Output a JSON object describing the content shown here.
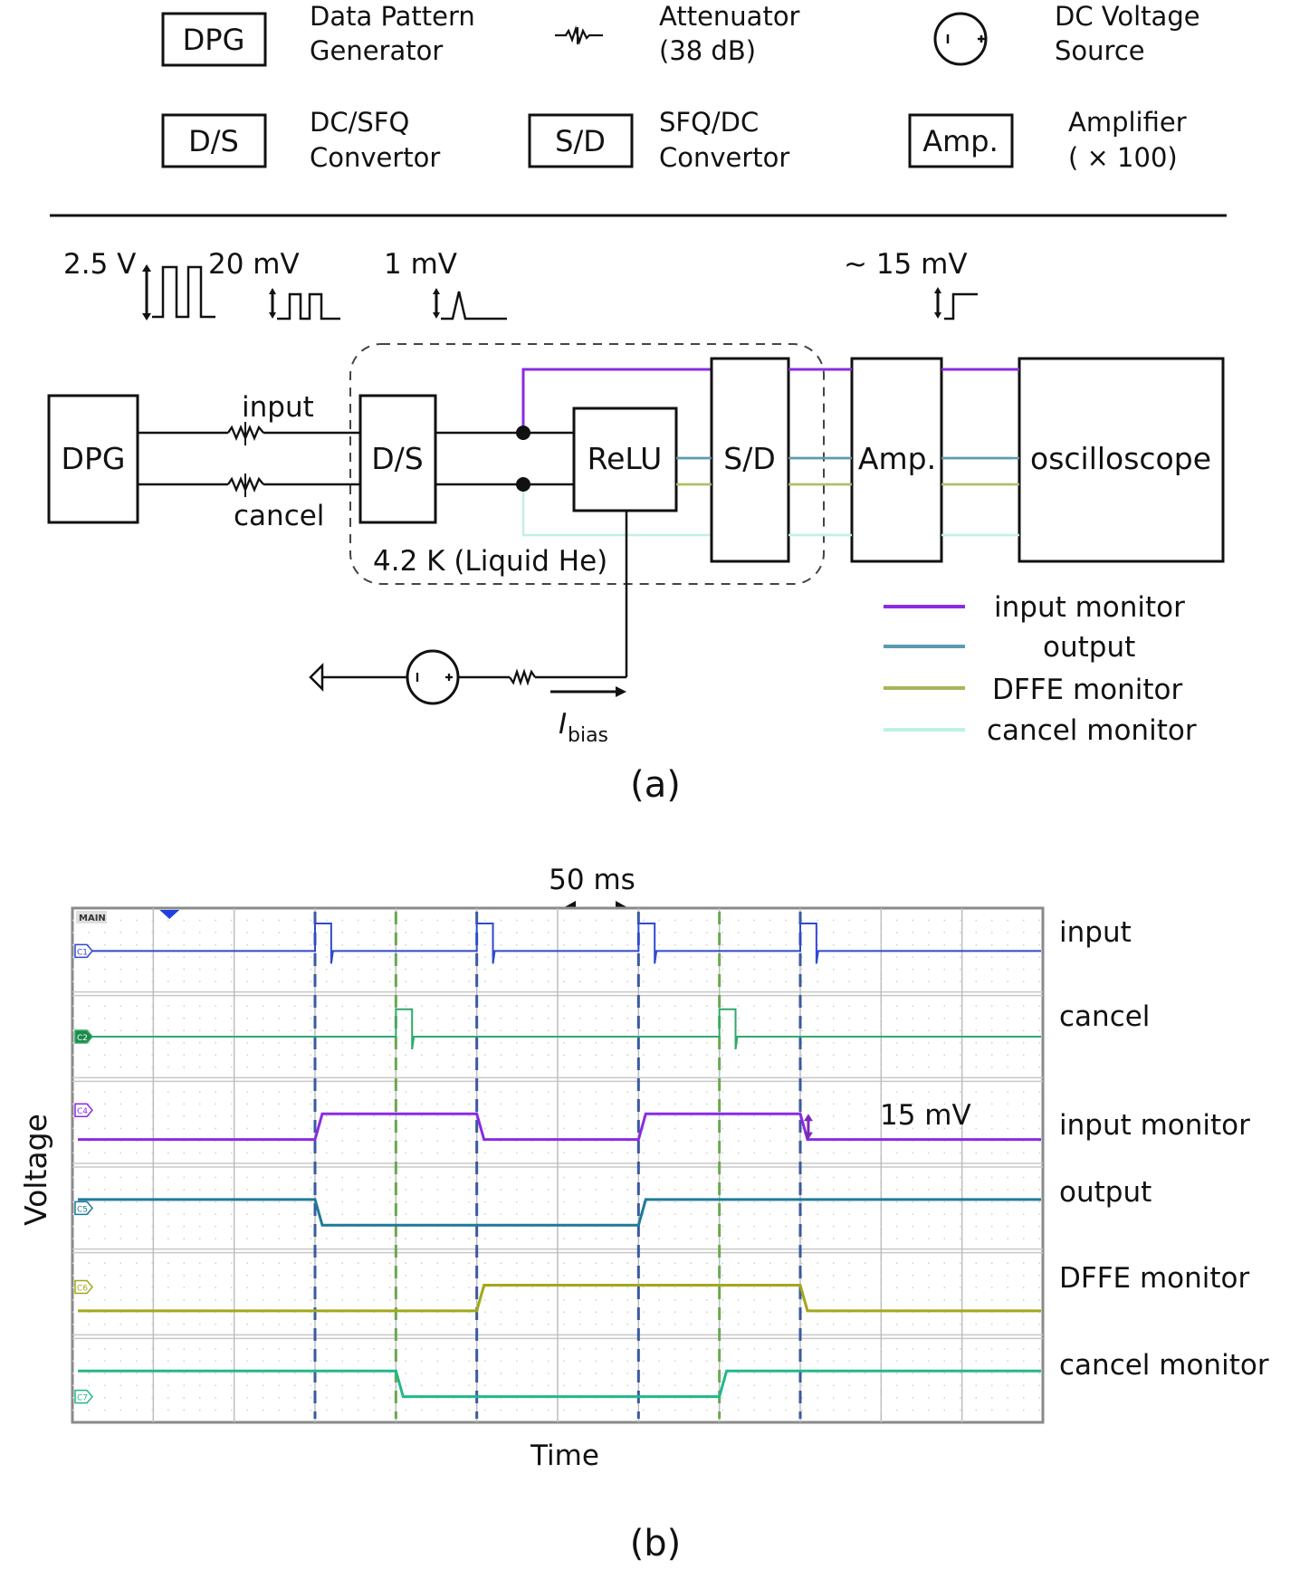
{
  "legend_top": {
    "items": [
      {
        "symbol": "DPG",
        "desc1": "Data Pattern",
        "desc2": "Generator"
      },
      {
        "symbol": "attenuator-icon",
        "desc1": "Attenuator",
        "desc2": "(38 dB)"
      },
      {
        "symbol": "dc-source-icon",
        "desc1": "DC Voltage",
        "desc2": "Source"
      },
      {
        "symbol": "D/S",
        "desc1": "DC/SFQ",
        "desc2": "Convertor"
      },
      {
        "symbol": "S/D",
        "desc1": "SFQ/DC",
        "desc2": "Convertor"
      },
      {
        "symbol": "Amp.",
        "desc1": "Amplifier",
        "desc2": "( × 100)"
      }
    ]
  },
  "panel_a": {
    "caption": "(a)",
    "signal_levels": {
      "dpg": "2.5 V",
      "attenuated": "20 mV",
      "sfq": "1 mV",
      "output": "~ 15 mV"
    },
    "blocks": {
      "dpg": "DPG",
      "ds": "D/S",
      "relu": "ReLU",
      "sd": "S/D",
      "amp": "Amp.",
      "scope": "oscilloscope"
    },
    "line_labels": {
      "input": "input",
      "cancel": "cancel"
    },
    "cryo_label": "4.2 K (Liquid He)",
    "bias_label": "I",
    "bias_sub": "bias",
    "legend": [
      {
        "label": "input monitor",
        "color": "#8a2be2"
      },
      {
        "label": "output",
        "color": "#5b9bb0"
      },
      {
        "label": "DFFE monitor",
        "color": "#a8b45a"
      },
      {
        "label": "cancel monitor",
        "color": "#bff0e6"
      }
    ]
  },
  "panel_b": {
    "caption": "(b)",
    "scale_label": "50 ms",
    "amplitude_label": "15 mV",
    "main_tag": "MAIN",
    "xlabel": "Time",
    "ylabel": "Voltage"
  },
  "chart_data": {
    "type": "line",
    "title": "",
    "xlabel": "Time",
    "ylabel": "Voltage",
    "x_divisions": 12,
    "time_per_division_ms": 50,
    "x_unit": "division",
    "xlim": [
      0,
      12
    ],
    "grid": true,
    "legend_placement": "right",
    "input_pulse_divs": [
      3.0,
      5.0,
      7.0,
      9.0
    ],
    "cancel_pulse_divs": [
      4.0,
      8.0
    ],
    "series": [
      {
        "name": "input",
        "channel": "C1",
        "color": "#2f49d1",
        "kind": "pulses",
        "pulses_at": [
          3.0,
          5.0,
          7.0,
          9.0
        ],
        "pulse_width_div": 0.2
      },
      {
        "name": "cancel",
        "channel": "C2",
        "color": "#2faa6a",
        "kind": "pulses",
        "pulses_at": [
          4.0,
          8.0
        ],
        "pulse_width_div": 0.2
      },
      {
        "name": "input monitor",
        "channel": "C4",
        "color": "#8a2be2",
        "kind": "levels",
        "start_level": 0,
        "transitions": [
          3.0,
          5.0,
          7.0,
          9.0
        ],
        "amplitude_mV": 15
      },
      {
        "name": "output",
        "channel": "C5",
        "color": "#1f7a9a",
        "kind": "levels",
        "start_level": 1,
        "transitions": [
          3.0,
          7.0
        ]
      },
      {
        "name": "DFFE monitor",
        "channel": "C6",
        "color": "#a3a81a",
        "kind": "levels",
        "start_level": 0,
        "transitions": [
          5.0,
          9.0
        ]
      },
      {
        "name": "cancel monitor",
        "channel": "C7",
        "color": "#22b88a",
        "kind": "levels",
        "start_level": 1,
        "transitions": [
          4.0,
          8.0
        ]
      }
    ]
  }
}
